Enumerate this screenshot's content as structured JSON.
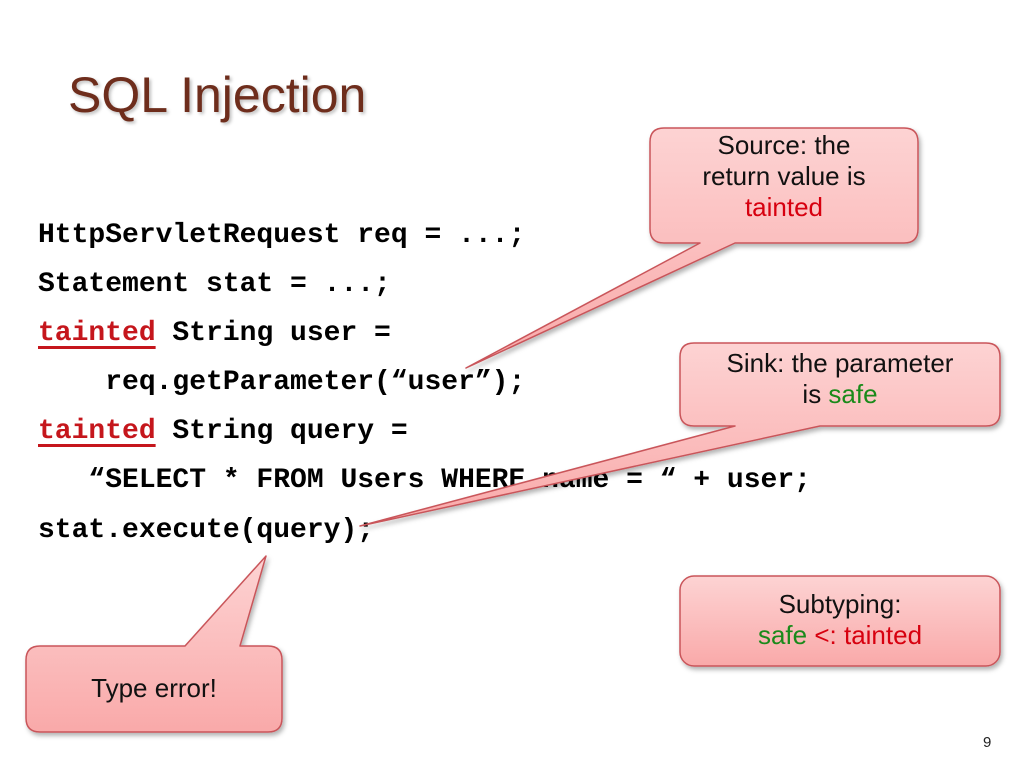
{
  "slide": {
    "title": "SQL Injection",
    "page_number": "9"
  },
  "code": {
    "line1": "HttpServletRequest req = ...;",
    "line2": "Statement stat = ...;",
    "line3_kw": "tainted",
    "line3_rest": " String user =",
    "line4": "    req.getParameter(“user”);",
    "line5_kw": "tainted",
    "line5_rest": " String query =",
    "line6": "   “SELECT * FROM Users WHERE name = “ + user;",
    "line7": "stat.execute(query);"
  },
  "callouts": {
    "source": {
      "line1": "Source: the",
      "line2": "return value is",
      "line3": "tainted"
    },
    "sink": {
      "line1": "Sink: the parameter",
      "line2_prefix": "is ",
      "line2_word": "safe"
    },
    "subtyping": {
      "line1": "Subtyping:",
      "safe": "safe",
      "op": " <: ",
      "tainted": "tainted"
    },
    "type_error": {
      "text": "Type error!"
    }
  },
  "colors": {
    "title": "#6e2d1c",
    "keyword": "#c5161c",
    "callout_fill": "#fbb3b3",
    "callout_stroke": "#c9555a",
    "safe": "#1a8a1a",
    "tainted": "#d7000f"
  }
}
